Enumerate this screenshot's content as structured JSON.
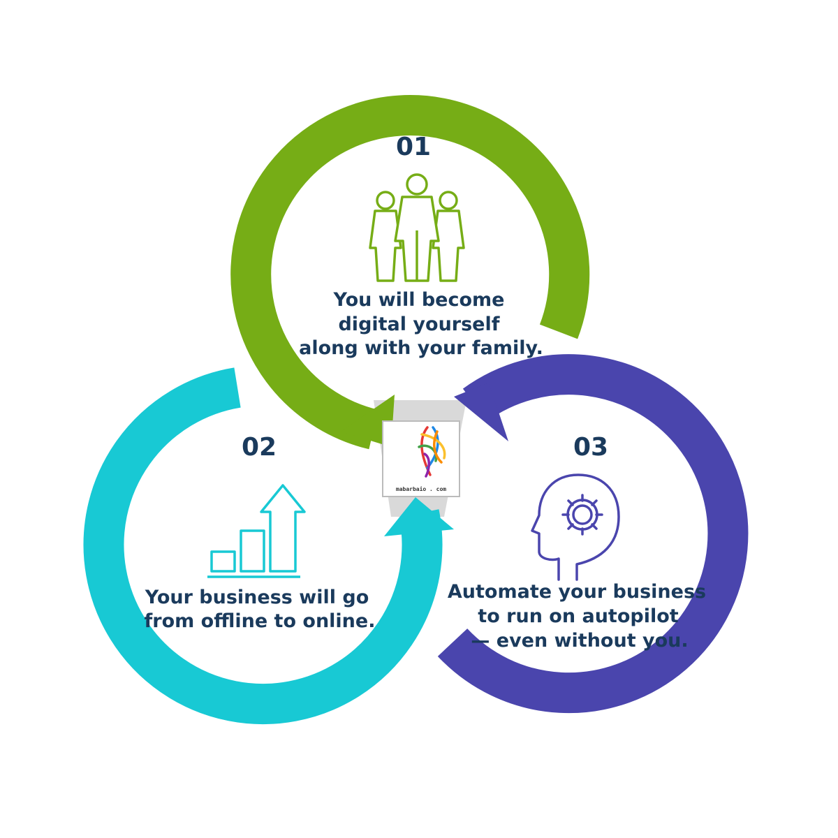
{
  "steps": [
    {
      "number": "01",
      "lines": [
        "You will become",
        "digital yourself",
        "along with your family."
      ],
      "icon": "family-icon",
      "color": "#76ad16"
    },
    {
      "number": "02",
      "lines": [
        "Your business will go",
        "from offline to online."
      ],
      "icon": "growth-chart-icon",
      "color": "#18c9d4"
    },
    {
      "number": "03",
      "lines": [
        "Automate your business",
        "to run on autopilot",
        "— even without you."
      ],
      "icon": "head-gear-icon",
      "color": "#4a45ad"
    }
  ],
  "center_logo": {
    "text": "mabarbaio . com",
    "icon": "logo-icon",
    "background": "#ffffff",
    "panel_color": "#d9d9d9"
  },
  "text_color": "#1a3a5c"
}
